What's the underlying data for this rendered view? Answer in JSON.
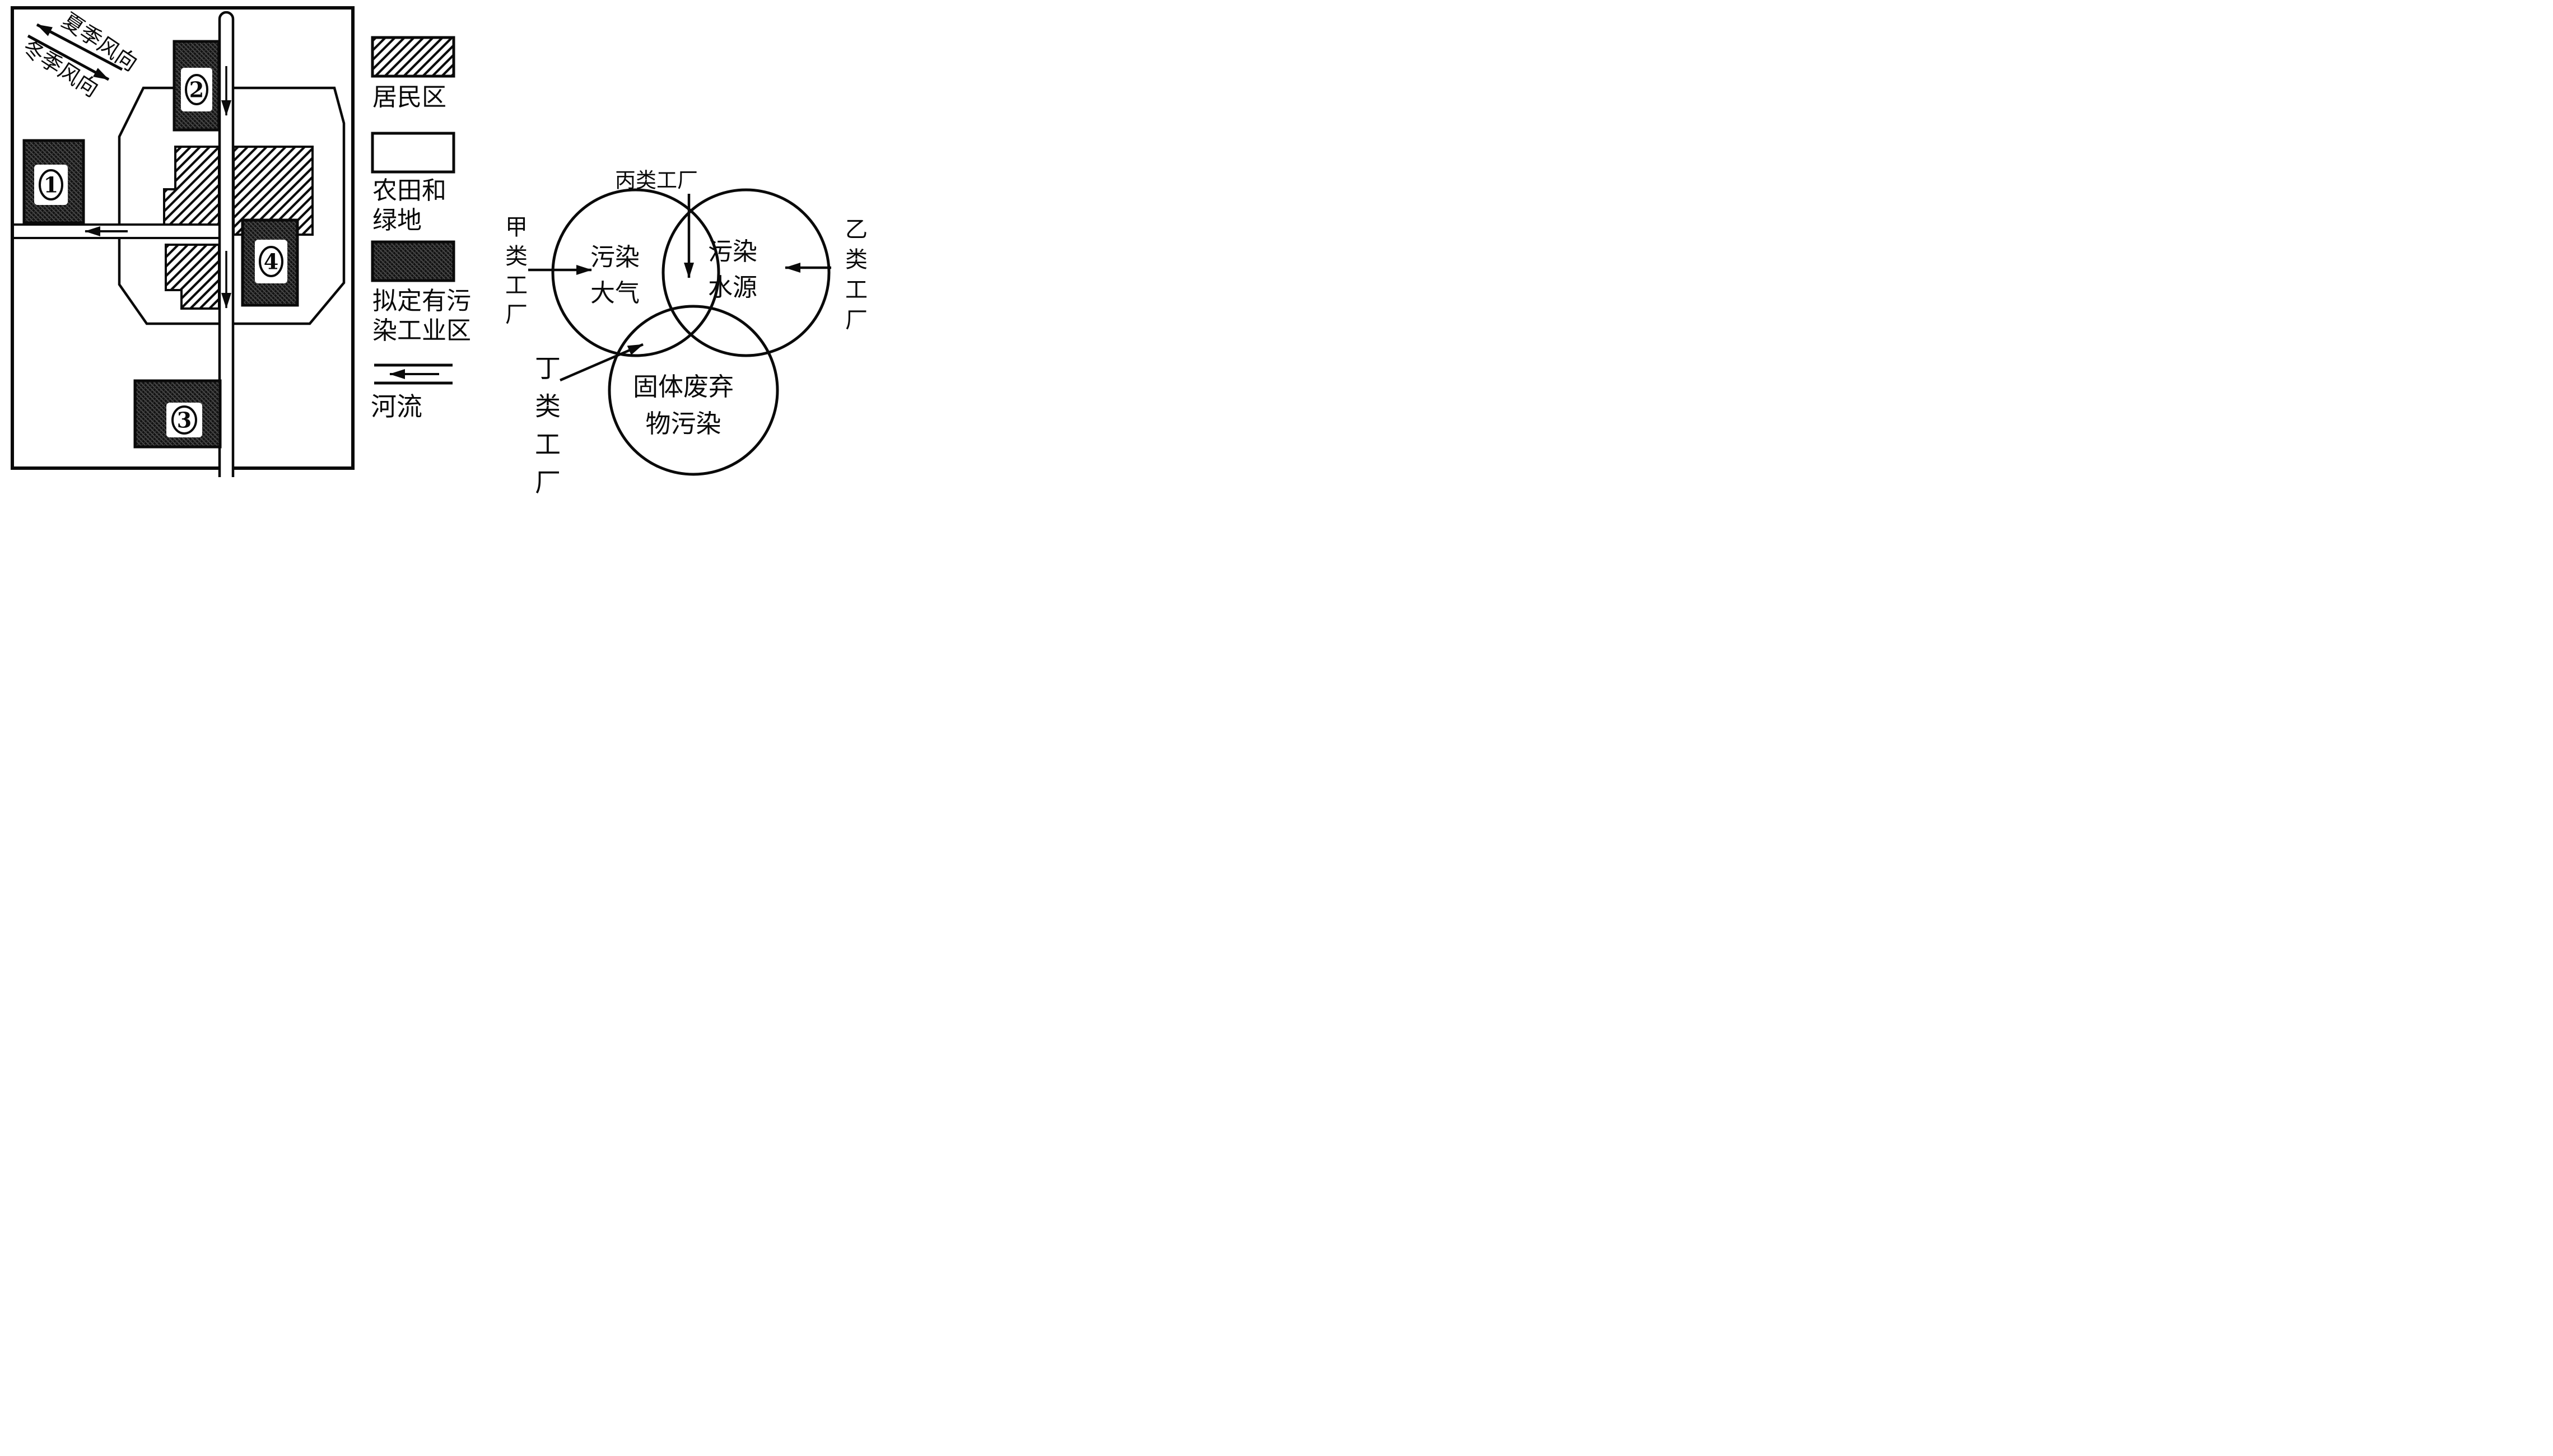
{
  "figure": {
    "description_left": "city plan sketch",
    "description_right": "venn diagram of pollution types"
  },
  "map": {
    "wind_labels": {
      "summer": "夏季风向",
      "winter": "冬季风向"
    },
    "sites": [
      {
        "number": "1"
      },
      {
        "number": "2"
      },
      {
        "number": "3"
      },
      {
        "number": "4"
      }
    ]
  },
  "legend": {
    "items": [
      {
        "swatch": "hatched-rect",
        "label": "居民区"
      },
      {
        "swatch": "empty-rect",
        "label": "农田和\n绿地"
      },
      {
        "swatch": "dark-crosshatch-rect",
        "label": "拟定有污\n染工业区"
      },
      {
        "swatch": "double-line-left-arrow",
        "label": "河流"
      }
    ]
  },
  "venn": {
    "circles": [
      {
        "label": "污染\n大气"
      },
      {
        "label": "污染\n水源"
      },
      {
        "label": "固体废弃\n物污染"
      }
    ],
    "factories": [
      {
        "label": "甲类工厂"
      },
      {
        "label": "乙类工厂"
      },
      {
        "label": "丙类工厂"
      },
      {
        "label": "丁类工厂"
      }
    ]
  },
  "colors": {
    "ink": "#0a0a0a",
    "paper": "#ffffff",
    "dark_fill": "#131313",
    "weave": "#505050"
  }
}
